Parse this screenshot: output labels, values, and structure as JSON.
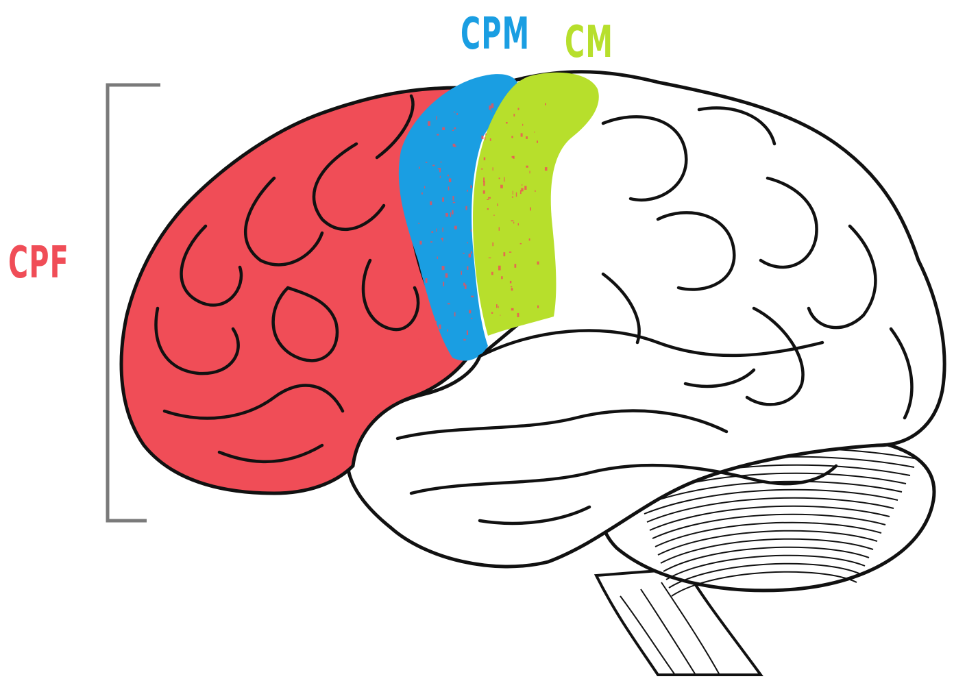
{
  "labels": {
    "cpf": "CPF",
    "cpm": "CPM",
    "cm": "CM"
  },
  "colors": {
    "cpf": "#f04d57",
    "cpm": "#1a9ee2",
    "cm": "#b7df2c",
    "outline": "#111111",
    "bracket": "#7a7a7a"
  }
}
